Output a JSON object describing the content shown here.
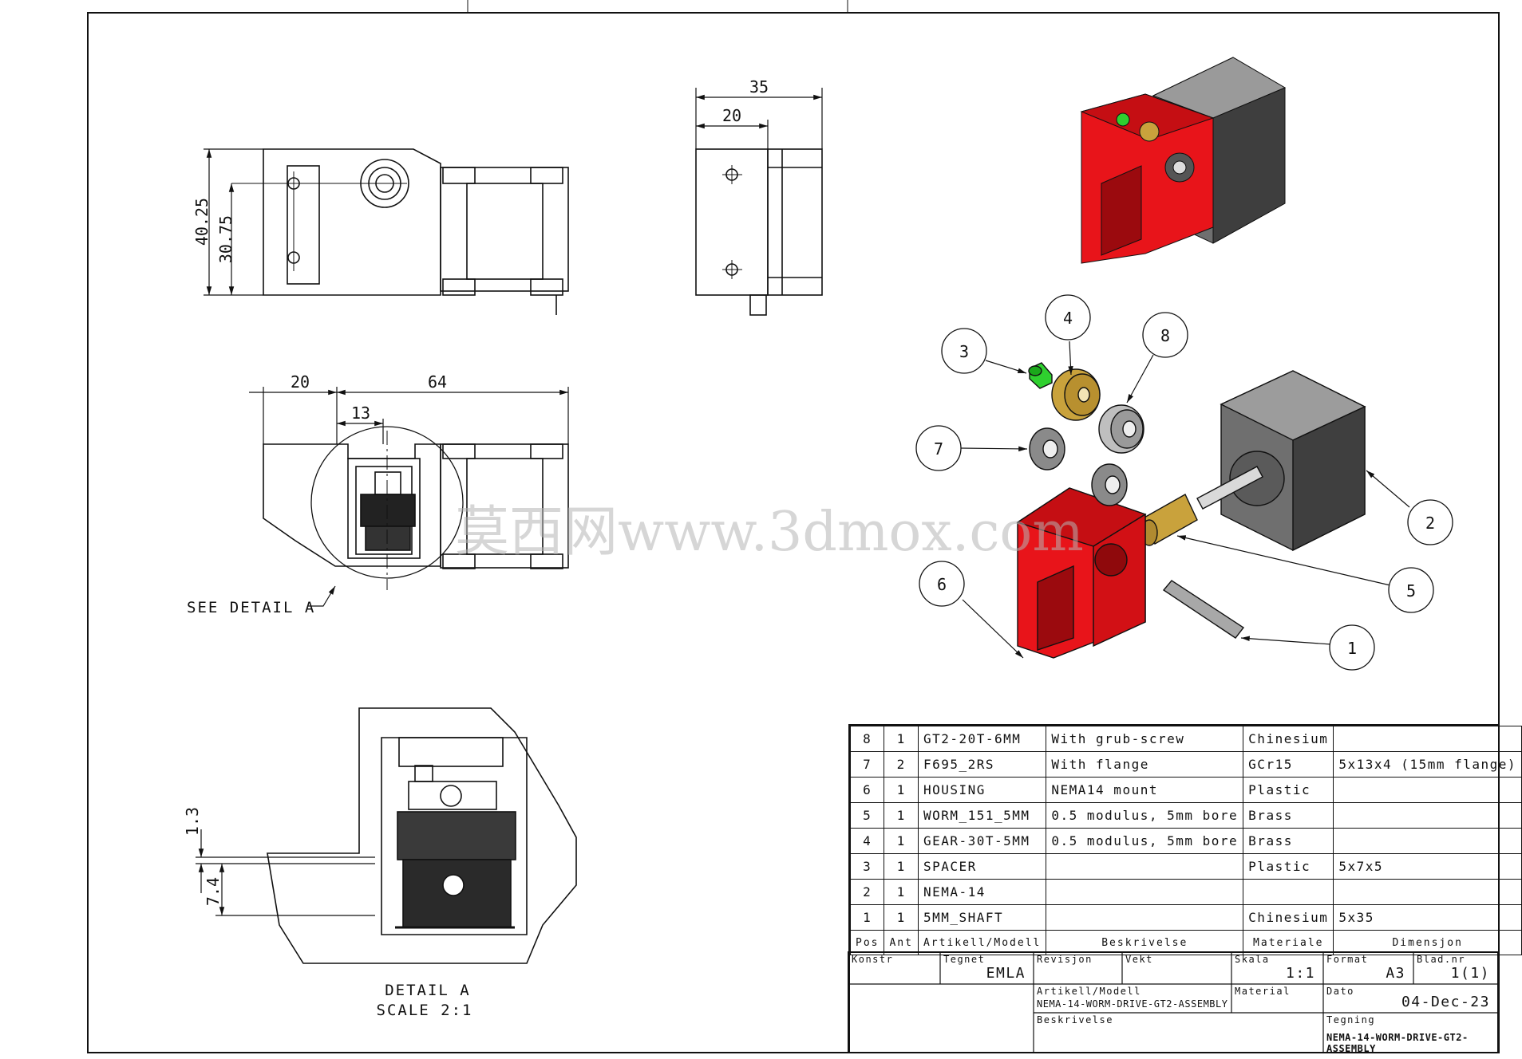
{
  "dimensions": {
    "front_height_total": "40.25",
    "front_height_inner": "30.75",
    "side_width_total": "35",
    "side_width_inner": "20",
    "top_left": "20",
    "top_right": "64",
    "top_small": "13",
    "detail_upper": "1.3",
    "detail_lower": "7.4"
  },
  "labels": {
    "see_detail": "SEE DETAIL A",
    "detail_title": "DETAIL A",
    "detail_scale": "SCALE 2:1",
    "watermark": "莫西网www.3dmox.com"
  },
  "balloons": [
    "1",
    "2",
    "3",
    "4",
    "5",
    "6",
    "7",
    "8"
  ],
  "bom": {
    "rows": [
      {
        "pos": "8",
        "qty": "1",
        "part": "GT2-20T-6MM",
        "desc": "With grub-screw",
        "material": "Chinesium",
        "dims": ""
      },
      {
        "pos": "7",
        "qty": "2",
        "part": "F695_2RS",
        "desc": "With flange",
        "material": "GCr15",
        "dims": "5x13x4 (15mm flange)"
      },
      {
        "pos": "6",
        "qty": "1",
        "part": "HOUSING",
        "desc": "NEMA14 mount",
        "material": "Plastic",
        "dims": ""
      },
      {
        "pos": "5",
        "qty": "1",
        "part": "WORM_151_5MM",
        "desc": "0.5 modulus, 5mm bore",
        "material": "Brass",
        "dims": ""
      },
      {
        "pos": "4",
        "qty": "1",
        "part": "GEAR-30T-5MM",
        "desc": "0.5 modulus, 5mm bore",
        "material": "Brass",
        "dims": ""
      },
      {
        "pos": "3",
        "qty": "1",
        "part": "SPACER",
        "desc": "",
        "material": "Plastic",
        "dims": "5x7x5"
      },
      {
        "pos": "2",
        "qty": "1",
        "part": "NEMA-14",
        "desc": "",
        "material": "",
        "dims": ""
      },
      {
        "pos": "1",
        "qty": "1",
        "part": "5MM_SHAFT",
        "desc": "",
        "material": "Chinesium",
        "dims": "5x35"
      }
    ],
    "headers": {
      "pos": "Pos",
      "qty": "Ant",
      "part": "Artikell/Modell",
      "desc": "Beskrivelse",
      "material": "Materiale",
      "dims": "Dimensjon"
    }
  },
  "title_block": {
    "konstr_label": "Konstr",
    "tegnet_label": "Tegnet",
    "tegnet_value": "EMLA",
    "revisjon_label": "Revisjon",
    "vekt_label": "Vekt",
    "skala_label": "Skala",
    "skala_value": "1:1",
    "format_label": "Format",
    "format_value": "A3",
    "blad_label": "Blad.nr",
    "blad_value": "1(1)",
    "artikkel_label": "Artikell/Modell",
    "artikkel_value": "NEMA-14-WORM-DRIVE-GT2-ASSEMBLY",
    "material_label": "Material",
    "dato_label": "Dato",
    "dato_value": "04-Dec-23",
    "beskrivelse_label": "Beskrivelse",
    "tegning_label": "Tegning",
    "tegning_value": "NEMA-14-WORM-DRIVE-GT2-ASSEMBLY"
  },
  "colors": {
    "line": "#111111",
    "housing": "#e8141a",
    "brass": "#c9a23c",
    "spacer": "#2fd02f",
    "motor": "#6f6f6f"
  }
}
